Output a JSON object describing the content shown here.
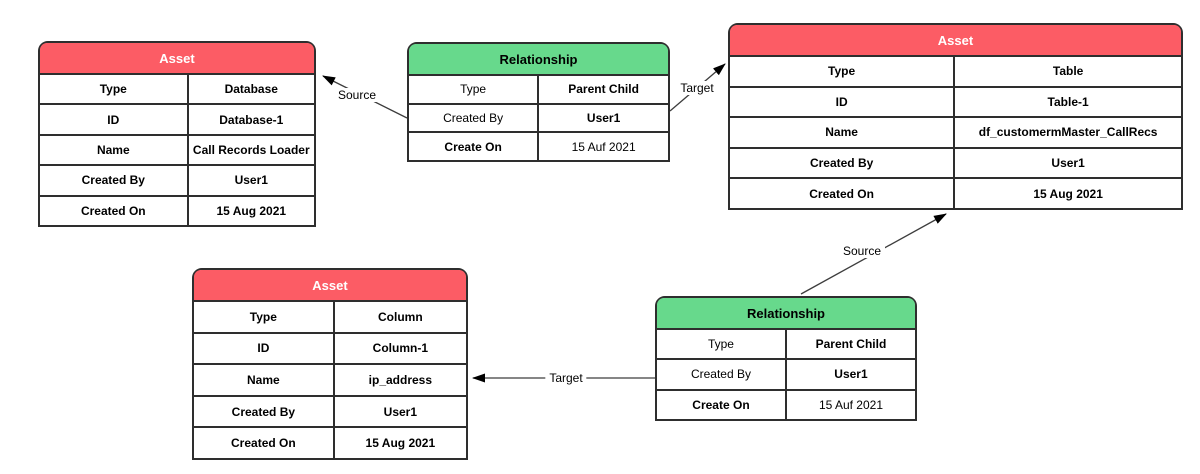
{
  "diagram": {
    "background": "#ffffff",
    "colors": {
      "asset_header_bg": "#fc5c65",
      "asset_header_text": "#ffffff",
      "relationship_header_bg": "#67d98c",
      "relationship_header_text": "#000000",
      "border": "#2e2e2e",
      "connector": "#3d3d3d"
    }
  },
  "tables": [
    {
      "id": "asset-database",
      "kind": "asset",
      "title": "Asset",
      "rows": [
        {
          "label": "Type",
          "value": "Database"
        },
        {
          "label": "ID",
          "value": "Database-1"
        },
        {
          "label": "Name",
          "value": "Call Records Loader"
        },
        {
          "label": "Created By",
          "value": "User1"
        },
        {
          "label": "Created On",
          "value": "15 Aug 2021"
        }
      ]
    },
    {
      "id": "relationship-top",
      "kind": "relationship",
      "title": "Relationship",
      "rows": [
        {
          "label": "Type",
          "value": "Parent Child"
        },
        {
          "label": "Created By",
          "value": "User1"
        },
        {
          "label": "Create On",
          "value": "15 Auf 2021"
        }
      ]
    },
    {
      "id": "asset-table",
      "kind": "asset",
      "title": "Asset",
      "rows": [
        {
          "label": "Type",
          "value": "Table"
        },
        {
          "label": "ID",
          "value": "Table-1"
        },
        {
          "label": "Name",
          "value": "df_customermMaster_CallRecs"
        },
        {
          "label": "Created By",
          "value": "User1"
        },
        {
          "label": "Created On",
          "value": "15 Aug 2021"
        }
      ]
    },
    {
      "id": "asset-column",
      "kind": "asset",
      "title": "Asset",
      "rows": [
        {
          "label": "Type",
          "value": "Column"
        },
        {
          "label": "ID",
          "value": "Column-1"
        },
        {
          "label": "Name",
          "value": "ip_address"
        },
        {
          "label": "Created By",
          "value": "User1"
        },
        {
          "label": "Created On",
          "value": "15 Aug 2021"
        }
      ]
    },
    {
      "id": "relationship-bottom",
      "kind": "relationship",
      "title": "Relationship",
      "rows": [
        {
          "label": "Type",
          "value": "Parent Child"
        },
        {
          "label": "Created By",
          "value": "User1"
        },
        {
          "label": "Create On",
          "value": "15 Auf 2021"
        }
      ]
    }
  ],
  "connectors": [
    {
      "id": "source-top",
      "label": "Source",
      "from": "relationship-top",
      "to": "asset-database"
    },
    {
      "id": "target-top",
      "label": "Target",
      "from": "relationship-top",
      "to": "asset-table"
    },
    {
      "id": "source-bottom",
      "label": "Source",
      "from": "relationship-bottom",
      "to": "asset-table"
    },
    {
      "id": "target-bottom",
      "label": "Target",
      "from": "relationship-bottom",
      "to": "asset-column"
    }
  ]
}
